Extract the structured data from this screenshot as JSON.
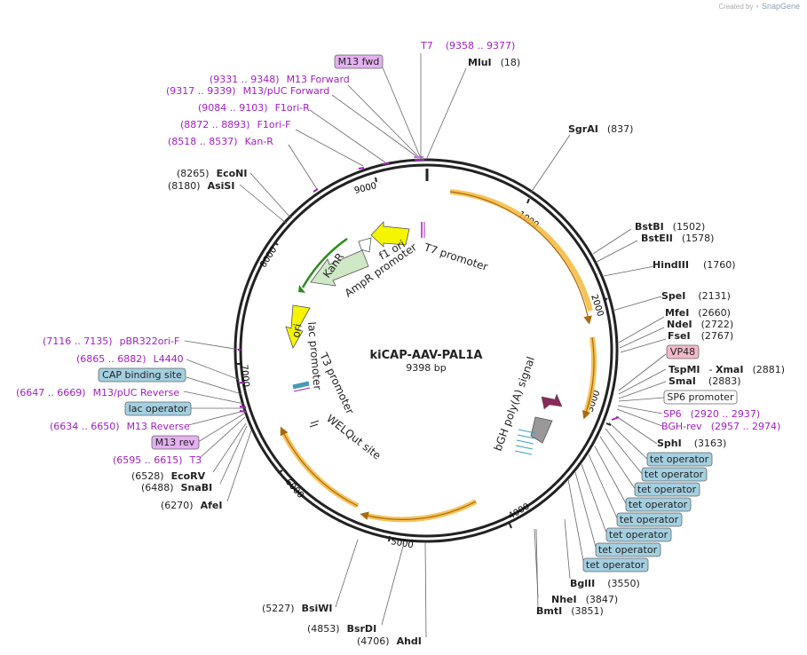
{
  "credit": {
    "prefix": "Created by",
    "brand": "SnapGene"
  },
  "plasmid": {
    "name": "kiCAP-AAV-PAL1A",
    "size": "9398 bp",
    "length": 9398
  },
  "ticks": [
    "1000",
    "2000",
    "3000",
    "4000",
    "5000",
    "6000",
    "7000",
    "8000",
    "9000"
  ],
  "features_text": [
    {
      "label": "T7 promoter"
    },
    {
      "label": "f1 ori"
    },
    {
      "label": "AmpR promoter"
    },
    {
      "label": "KanR"
    },
    {
      "label": "ori"
    },
    {
      "label": "lac promoter"
    },
    {
      "label": "T3 promoter"
    },
    {
      "label": "WELQut site"
    },
    {
      "label": "bGH poly(A) signal"
    }
  ],
  "sites": [
    {
      "name": "MluI",
      "pos": "(18)"
    },
    {
      "name": "SgrAI",
      "pos": "(837)"
    },
    {
      "name": "BstBI",
      "pos": "(1502)"
    },
    {
      "name": "BstEII",
      "pos": "(1578)"
    },
    {
      "name": "HindIII",
      "pos": "(1760)"
    },
    {
      "name": "SpeI",
      "pos": "(2131)"
    },
    {
      "name": "MfeI",
      "pos": "(2660)"
    },
    {
      "name": "NdeI",
      "pos": "(2722)"
    },
    {
      "name": "FseI",
      "pos": "(2767)"
    },
    {
      "name": "TspMI",
      "sep": "- ",
      "name2": "XmaI",
      "pos": "(2881)"
    },
    {
      "name": "SmaI",
      "pos": "(2883)"
    },
    {
      "name": "SphI",
      "pos": "(3163)"
    },
    {
      "name": "BglII",
      "pos": "(3550)"
    },
    {
      "name": "NheI",
      "pos": "(3847)"
    },
    {
      "name": "BmtI",
      "pos": "(3851)"
    },
    {
      "name": "AhdI",
      "pos": "(4706)"
    },
    {
      "name": "BsrDI",
      "pos": "(4853)"
    },
    {
      "name": "BsiWI",
      "pos": "(5227)"
    },
    {
      "name": "AfeI",
      "pos": "(6270)"
    },
    {
      "name": "SnaBI",
      "pos": "(6488)"
    },
    {
      "name": "EcoRV",
      "pos": "(6528)"
    },
    {
      "name": "AsiSI",
      "pos": "(8180)"
    },
    {
      "name": "EcoNI",
      "pos": "(8265)"
    }
  ],
  "primers": [
    {
      "name": "T7",
      "pos": "(9358 .. 9377)"
    },
    {
      "name": "M13 Forward",
      "pos": "(9331 .. 9348)"
    },
    {
      "name": "M13/pUC Forward",
      "pos": "(9317 .. 9339)"
    },
    {
      "name": "F1ori-R",
      "pos": "(9084 .. 9103)"
    },
    {
      "name": "F1ori-F",
      "pos": "(8872 .. 8893)"
    },
    {
      "name": "Kan-R",
      "pos": "(8518 .. 8537)"
    },
    {
      "name": "SP6",
      "pos": "(2920 .. 2937)"
    },
    {
      "name": "BGH-rev",
      "pos": "(2957 .. 2974)"
    },
    {
      "name": "pBR322ori-F",
      "pos": "(7116 .. 7135)"
    },
    {
      "name": "L4440",
      "pos": "(6865 .. 6882)"
    },
    {
      "name": "M13/pUC Reverse",
      "pos": "(6647 .. 6669)"
    },
    {
      "name": "M13 Reverse",
      "pos": "(6634 .. 6650)"
    },
    {
      "name": "T3",
      "pos": "(6595 .. 6615)"
    }
  ],
  "boxes": [
    {
      "label": "M13 fwd"
    },
    {
      "label": "VP48"
    },
    {
      "label": "SP6 promoter"
    },
    {
      "label": "tet operator"
    },
    {
      "label": "tet operator"
    },
    {
      "label": "tet operator"
    },
    {
      "label": "tet operator"
    },
    {
      "label": "tet operator"
    },
    {
      "label": "tet operator"
    },
    {
      "label": "tet operator"
    },
    {
      "label": "tet operator"
    },
    {
      "label": "CAP binding site"
    },
    {
      "label": "lac operator"
    },
    {
      "label": "M13 rev"
    }
  ],
  "colors": {
    "backbone": "#222222",
    "primer": "#a020c0",
    "orf_fill": "#f4b93c",
    "arrow_yellow": "#f5f500",
    "kanr_green": "#2e8b1e",
    "tet_box": "#a3cfe0",
    "m13_box": "#e4b0f0",
    "vp48_box": "#f3b9c8"
  }
}
